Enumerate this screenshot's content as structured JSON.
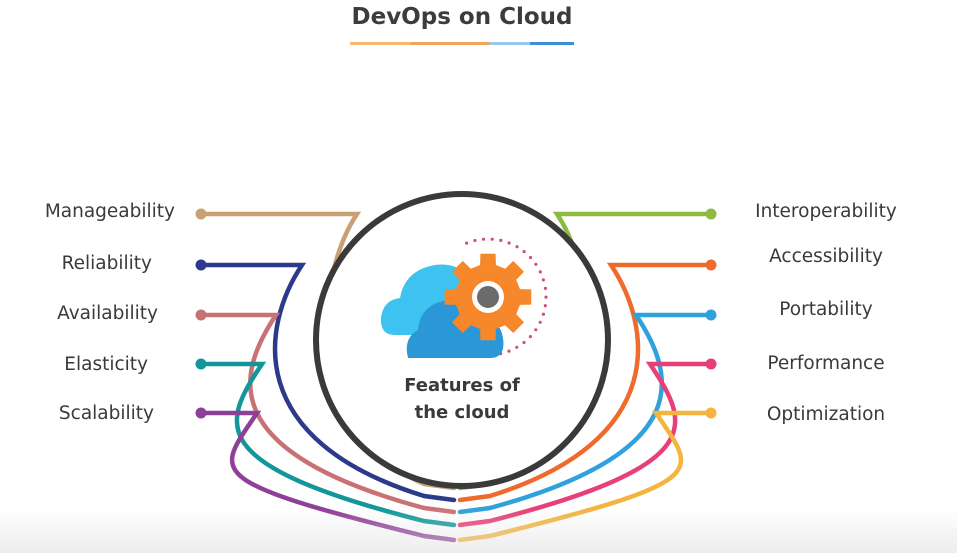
{
  "title": "DevOps on Cloud",
  "title_underline_colors": [
    "#f5b971",
    "#f0a45c",
    "#9ac8ea",
    "#3a8fd8"
  ],
  "center": {
    "line1": "Features of",
    "line2": "the cloud",
    "ring_color": "#3a3a3a"
  },
  "icons": {
    "cloud": "cloud-icon",
    "gear": "gear-icon",
    "cloud_colors": [
      "#3ec2f0",
      "#2a97d6"
    ],
    "gear_color": "#f7872b",
    "dots_color": "#d4506f"
  },
  "left_features": [
    {
      "label": "Manageability",
      "color": "#c9a074"
    },
    {
      "label": "Reliability",
      "color": "#2d3a8c"
    },
    {
      "label": "Availability",
      "color": "#c97276"
    },
    {
      "label": "Elasticity",
      "color": "#13969a"
    },
    {
      "label": "Scalability",
      "color": "#8e3f98"
    }
  ],
  "right_features": [
    {
      "label": "Interoperability",
      "color": "#8dbb41"
    },
    {
      "label": "Accessibility",
      "color": "#ef6a2d"
    },
    {
      "label": "Portability",
      "color": "#2fa2dd"
    },
    {
      "label": "Performance",
      "color": "#e83f76"
    },
    {
      "label": "Optimization",
      "color": "#f4b43e"
    }
  ]
}
